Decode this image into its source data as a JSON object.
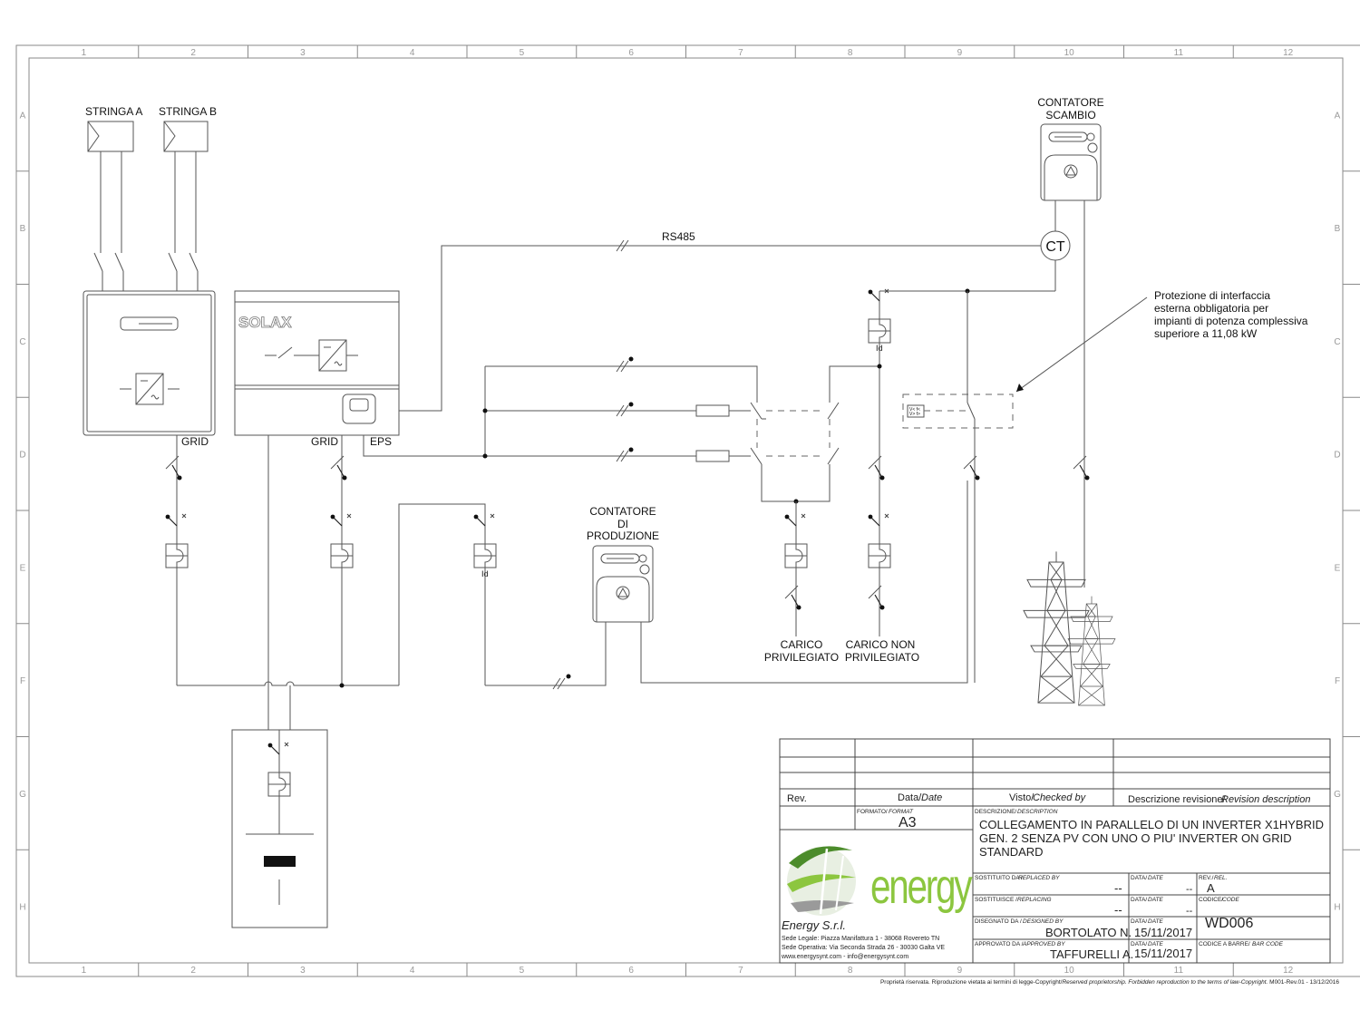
{
  "diagram": {
    "labels": {
      "string_a": "STRINGA  A",
      "string_b": "STRINGA  B",
      "meter_exchange_line1": "CONTATORE",
      "meter_exchange_line2": "SCAMBIO",
      "rs485": "RS485",
      "ct": "CT",
      "solax": "SOLAX",
      "grid_left": "GRID",
      "grid_solax": "GRID",
      "eps": "EPS",
      "meter_prod_line1": "CONTATORE",
      "meter_prod_line2": "DI",
      "meter_prod_line3": "PRODUZIONE",
      "load_priv_line1": "CARICO",
      "load_priv_line2": "PRIVILEGIATO",
      "load_nonpriv_line1": "CARICO NON",
      "load_nonpriv_line2": "PRIVILEGIATO",
      "id_label": "Id",
      "protection_note": [
        "Protezione di interfaccia",
        "esterna obbligatoria per",
        "impianti di potenza complessiva",
        "superiore a 11,08 kW"
      ]
    },
    "zone_columns": [
      "1",
      "2",
      "3",
      "4",
      "5",
      "6",
      "7",
      "8",
      "9",
      "10",
      "11",
      "12"
    ],
    "zone_rows": [
      "A",
      "B",
      "C",
      "D",
      "E",
      "F",
      "G",
      "H"
    ]
  },
  "title_block": {
    "rev_header": "Rev.",
    "date_header": "Data/",
    "date_header_en": "Date",
    "checked_header": "Visto/",
    "checked_header_en": "Checked by",
    "revdesc_header": "Descrizione revisione/",
    "revdesc_header_en": "Revision description",
    "format_label": "FORMATO/",
    "format_label_en": "FORMAT",
    "format_value": "A3",
    "description_label": "DESCRIZIONE/",
    "description_label_en": "DESCRIPTION",
    "description_lines": [
      "COLLEGAMENTO IN PARALLELO DI UN INVERTER X1HYBRID",
      "GEN. 2 SENZA PV CON UNO O PIU' INVERTER ON GRID",
      "STANDARD"
    ],
    "replaced_by_label": "SOSTITUITO DA /",
    "replaced_by_label_en": "REPLACED BY",
    "replaced_by_value": "--",
    "replacing_label": "SOSTITUISCE /",
    "replacing_label_en": "REPLACING",
    "replacing_value": "--",
    "designed_by_label": "DISEGNATO DA /",
    "designed_by_label_en": "DESIGNED BY",
    "designed_by_value": "BORTOLATO N.",
    "approved_by_label": "APPROVATO DA /",
    "approved_by_label_en": "APPROVED BY",
    "approved_by_value": "TAFFURELLI A.",
    "date_label": "DATA/",
    "date_label_en": "DATE",
    "date_replaced": "--",
    "date_replacing": "--",
    "date_designed": "15/11/2017",
    "date_approved": "15/11/2017",
    "rev_label": "REV./",
    "rev_label_en": "REL.",
    "rev_value": "A",
    "code_label": "CODICE/",
    "code_label_en": "CODE",
    "code_value": "WD006",
    "barcode_label": "CODICE A BARRE/",
    "barcode_label_en": "BAR CODE",
    "logo_text": "energy",
    "company_name": "Energy S.r.l.",
    "address_line1": "Sede Legale: Piazza Manifattura 1 - 38068 Rovereto TN",
    "address_line2": "Sede Operativa: Via Seconda Strada 26 - 30030 Galta VE",
    "address_line3": "www.energysynt.com - info@energysynt.com"
  },
  "footer": {
    "copyright_prefix": "Proprietà riservata. Riproduzione vietata ai termini di legge-Copyright/",
    "copyright_italic": "Reserved proprietorship. Forbidden reproduction to the terms of law-Copyright.",
    "copyright_suffix": " M001-Rev.01 - 13/12/2016"
  },
  "colors": {
    "logo_green_dark": "#4c8c2b",
    "logo_green_light": "#8cc63f",
    "logo_gray": "#9a9a9a",
    "frame_gray": "#8a8a8a"
  }
}
